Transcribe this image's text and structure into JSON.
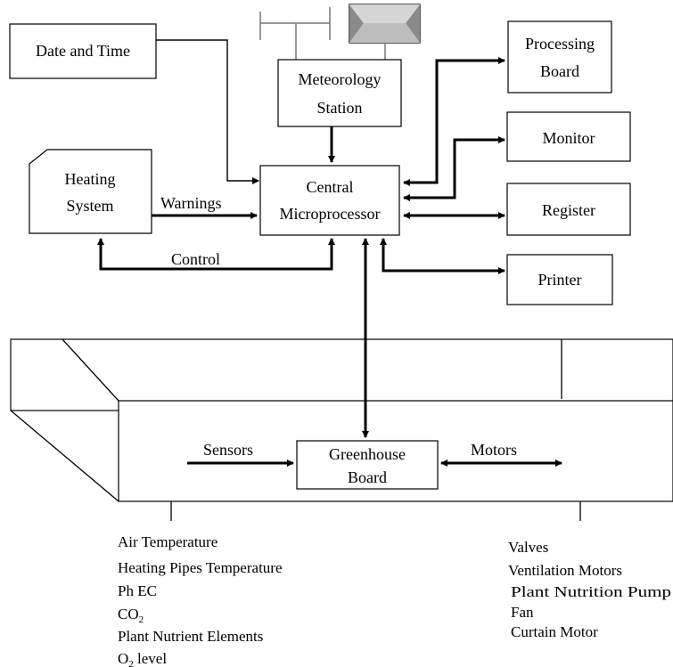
{
  "boxes": {
    "date_time": "Date and Time",
    "meteorology": [
      "Meteorology",
      "Station"
    ],
    "processing_board": [
      "Processing",
      "Board"
    ],
    "heating_system": [
      "Heating",
      "System"
    ],
    "central": [
      "Central",
      "Microprocessor"
    ],
    "monitor": "Monitor",
    "register": "Register",
    "printer": "Printer",
    "greenhouse_board": [
      "Greenhouse",
      "Board"
    ]
  },
  "edge_labels": {
    "warnings": "Warnings",
    "control": "Control",
    "sensors": "Sensors",
    "motors": "Motors"
  },
  "sensor_list": [
    "Air Temperature",
    "Heating Pipes Temperature",
    "Ph EC",
    "CO",
    "Plant Nutrient Elements",
    "O"
  ],
  "sensor_subscripts": {
    "co2": "2",
    "o2": "2"
  },
  "o2_suffix": " level",
  "motor_list": [
    "Valves",
    "Ventilation Motors",
    "Plant Nutrition Pump",
    "Fan",
    "Curtain Motor"
  ]
}
